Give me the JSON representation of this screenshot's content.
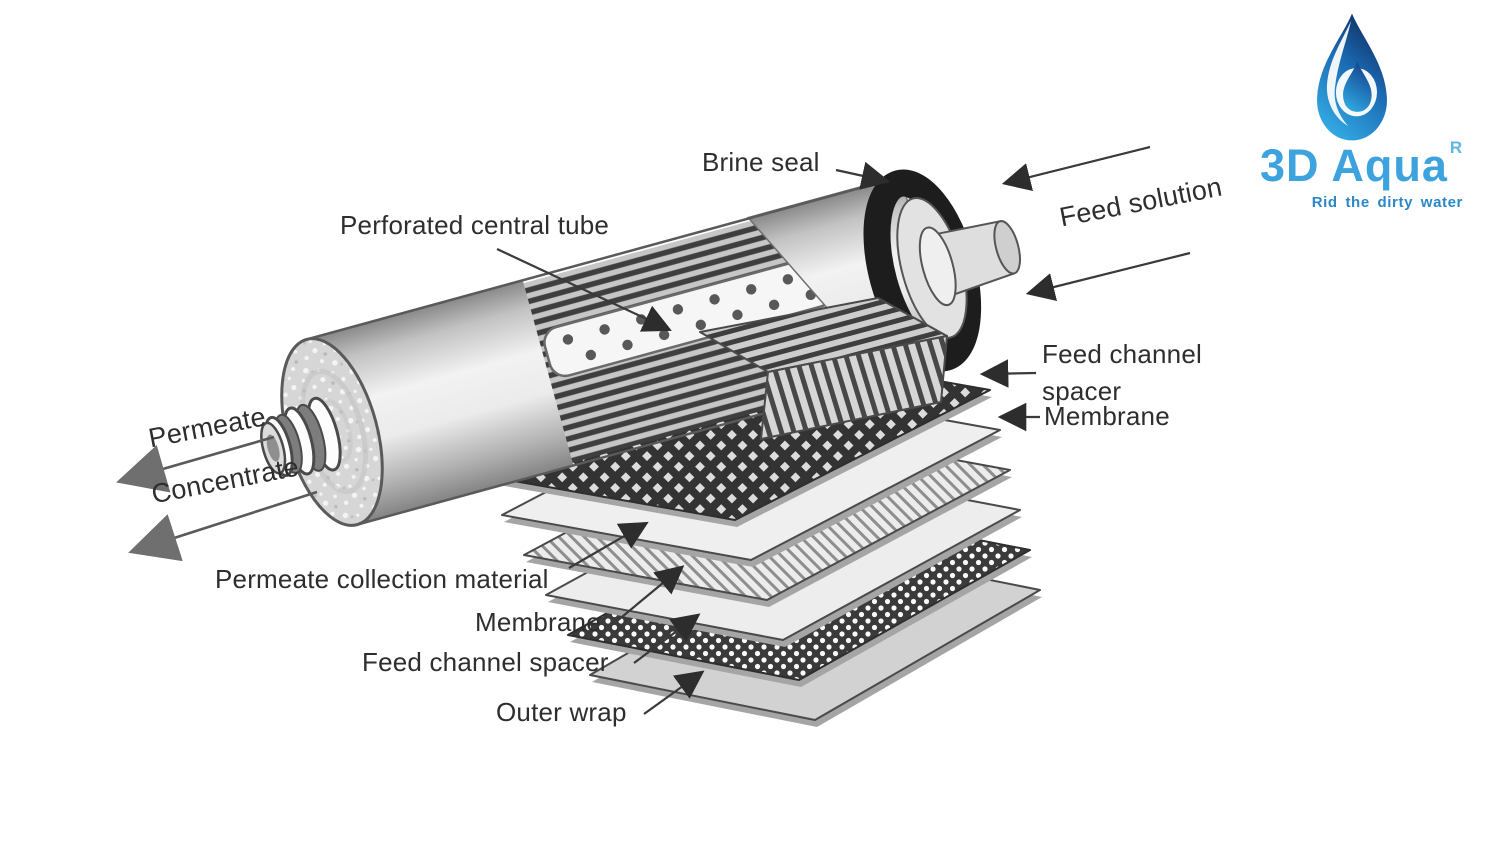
{
  "diagram": {
    "title_hint": "Spiral-wound reverse osmosis membrane module (exploded view)",
    "labels": {
      "brine_seal": "Brine seal",
      "feed_solution": "Feed solution",
      "perforated_central_tube": "Perforated central tube",
      "feed_channel_spacer_right": "Feed channel spacer",
      "membrane_right": "Membrane",
      "permeate": "Permeate",
      "concentrate": "Concentrate",
      "permeate_collection_material": "Permeate collection material",
      "membrane_bottom": "Membrane",
      "feed_channel_spacer_bottom": "Feed channel spacer",
      "outer_wrap": "Outer wrap"
    },
    "colors": {
      "label_text": "#2e2e2e",
      "line_art": "#4a4a4a",
      "seal": "#1d1d1d",
      "shell_light": "#f2f2f2",
      "shell_dark": "#878787"
    }
  },
  "logo": {
    "brand": "3D Aqua",
    "registered_mark": "R",
    "tagline": "Rid the dirty water",
    "brand_color": "#3da3de",
    "tagline_color": "#2b87c8",
    "drop_dark": "#102a5c",
    "drop_mid": "#1b6bb4",
    "drop_light": "#34ade5"
  }
}
